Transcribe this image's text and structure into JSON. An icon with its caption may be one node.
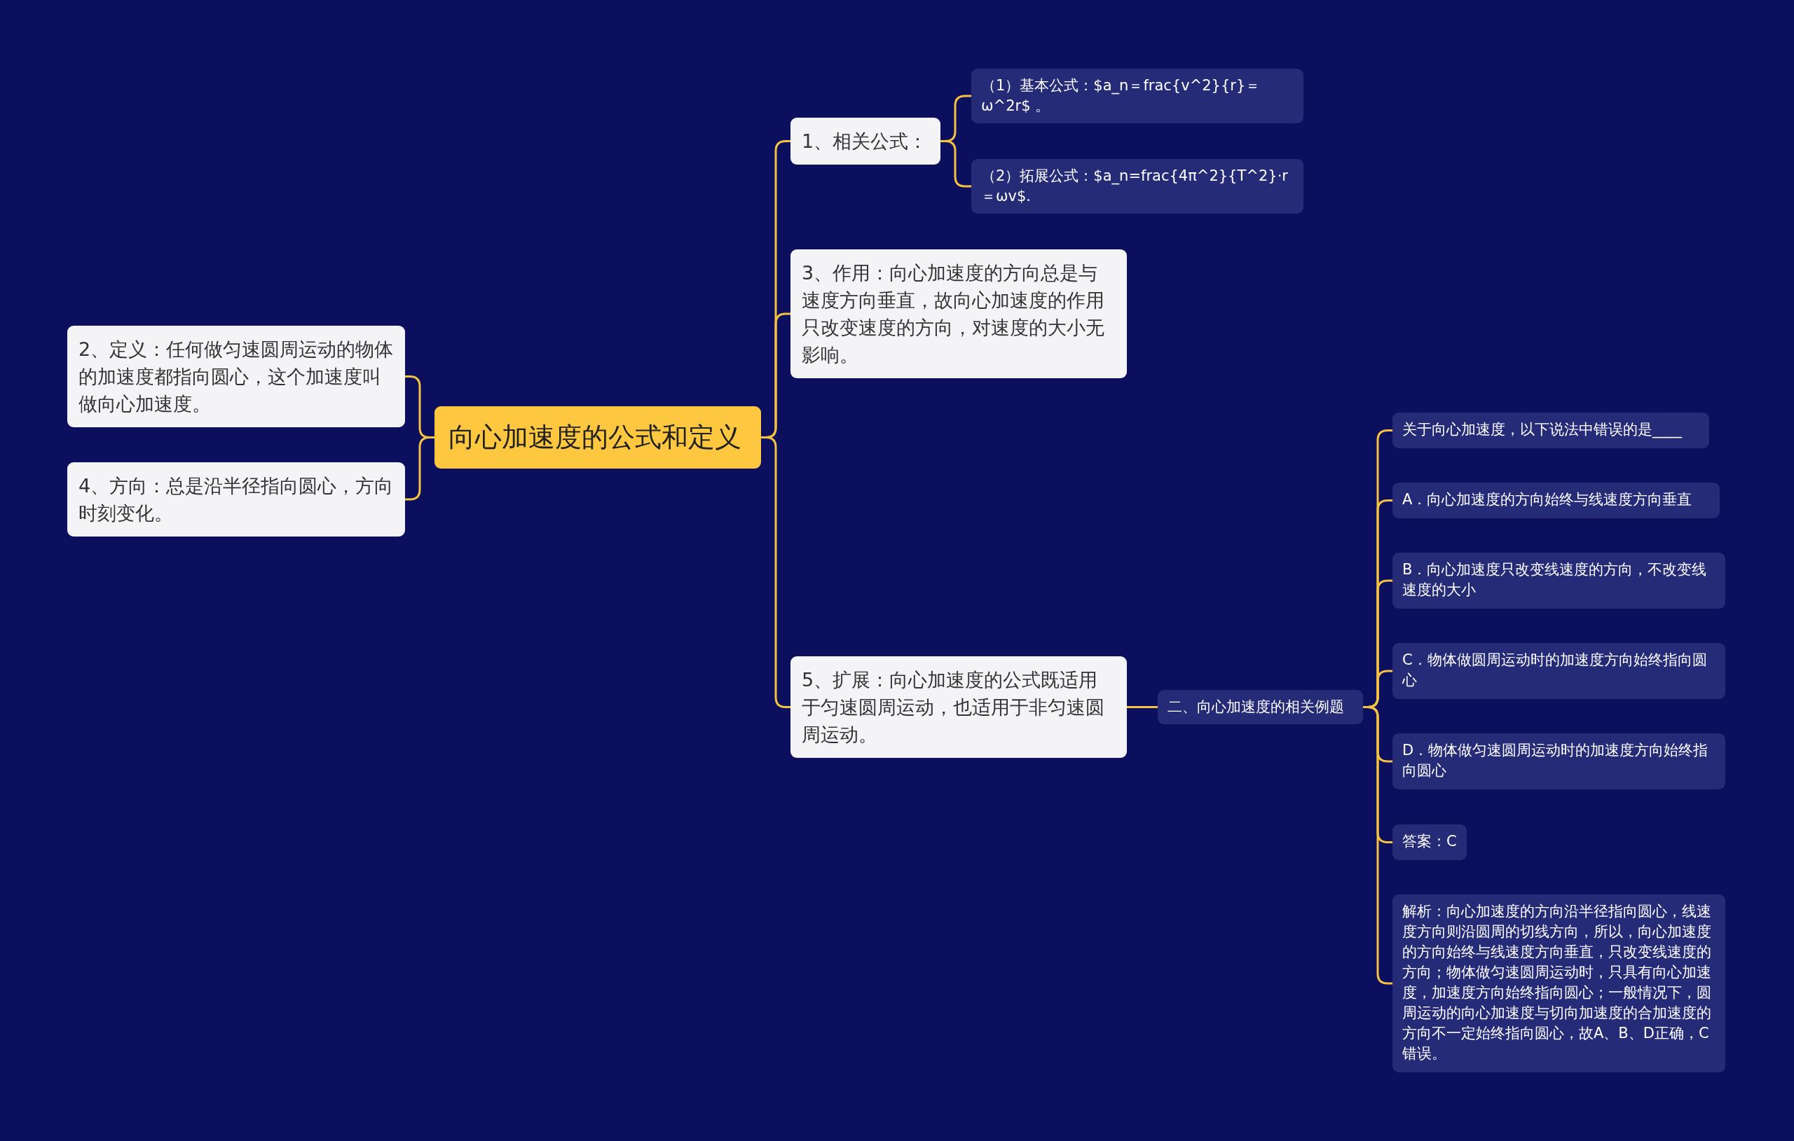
{
  "diagram": {
    "nodes": [
      {
        "text": [
          "向心加速度的公式和定义"
        ]
      },
      {
        "text": [
          "2、定义：任何做匀速圆周运动的物体的加速度都指向圆心，这个加速度叫做向心加速度。"
        ]
      },
      {
        "text": [
          "4、方向：总是沿半径指向圆心，方向时刻变化。"
        ]
      },
      {
        "text": [
          "1、相关公式："
        ]
      },
      {
        "text": [
          "（1）基本公式：$a_n＝frac{v^2}{r}＝ω^2r$ 。"
        ]
      },
      {
        "text": [
          "（2）拓展公式：$a_n=frac{4π^2}{T^2}·r＝ωv$."
        ]
      },
      {
        "text": [
          "3、作用：向心加速度的方向总是与速度方向垂直，故向心加速度的作用只改变速度的方向，对速度的大小无影响。"
        ]
      },
      {
        "text": [
          "5、扩展：向心加速度的公式既适用于匀速圆周运动，也适用于非匀速圆周运动。"
        ]
      },
      {
        "text": [
          "二、向心加速度的相关例题"
        ]
      },
      {
        "text": [
          "关于向心加速度，以下说法中错误的是____"
        ]
      },
      {
        "text": [
          "A．向心加速度的方向始终与线速度方向垂直"
        ]
      },
      {
        "text": [
          "B．向心加速度只改变线速度的方向，不改变线速度的大小"
        ]
      },
      {
        "text": [
          "C．物体做圆周运动时的加速度方向始终指向圆心"
        ]
      },
      {
        "text": [
          "D．物体做匀速圆周运动时的加速度方向始终指向圆心"
        ]
      },
      {
        "text": [
          "答案：C"
        ]
      },
      {
        "text": [
          "解析：向心加速度的方向沿半径指向圆心，线速度方向则沿圆周的切线方向，所以，向心加速度的方向始终与线速度方向垂直，只改变线速度的方向；物体做匀速圆周运动时，只具有向心加速度，加速度方向始终指向圆心；一般情况下，圆周运动的向心加速度与切向加速度的合加速度的方向不一定始终指向圆心，故A、B、D正确，C错误。"
        ]
      }
    ],
    "edges": [
      {
        "from": 0,
        "to": 1,
        "arrow": "none"
      },
      {
        "from": 0,
        "to": 2,
        "arrow": "none"
      },
      {
        "from": 0,
        "to": 3,
        "arrow": "none"
      },
      {
        "from": 3,
        "to": 4,
        "arrow": "none"
      },
      {
        "from": 3,
        "to": 5,
        "arrow": "none"
      },
      {
        "from": 0,
        "to": 6,
        "arrow": "none"
      },
      {
        "from": 0,
        "to": 7,
        "arrow": "none"
      },
      {
        "from": 7,
        "to": 8,
        "arrow": "none"
      },
      {
        "from": 8,
        "to": 9,
        "arrow": "none"
      },
      {
        "from": 8,
        "to": 10,
        "arrow": "none"
      },
      {
        "from": 8,
        "to": 11,
        "arrow": "none"
      },
      {
        "from": 8,
        "to": 12,
        "arrow": "none"
      },
      {
        "from": 8,
        "to": 13,
        "arrow": "none"
      },
      {
        "from": 8,
        "to": 14,
        "arrow": "none"
      },
      {
        "from": 8,
        "to": 15,
        "arrow": "none"
      }
    ]
  }
}
